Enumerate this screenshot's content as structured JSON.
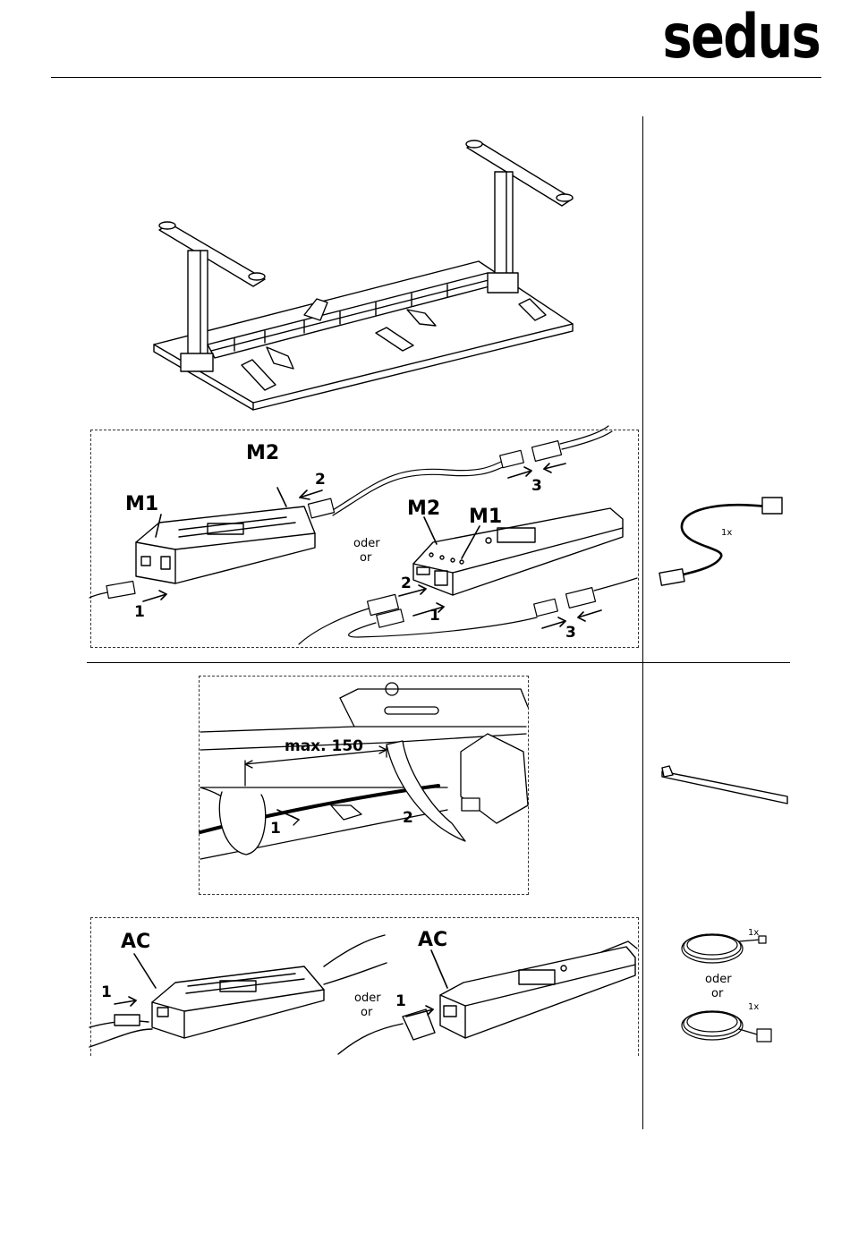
{
  "brand": {
    "logo": "sedus"
  },
  "step1": {
    "labels": {
      "m2_a": "M2",
      "m1_a": "M1",
      "m2_b": "M2",
      "m1_b": "M1"
    },
    "numbers": {
      "n2_a": "2",
      "n3_a": "3",
      "n1_a": "1",
      "n2_b": "2",
      "n1_b": "1",
      "n3_b": "3"
    },
    "alt": {
      "oder": "oder",
      "or": "or"
    }
  },
  "step1_parts": {
    "qty": "1x"
  },
  "step2": {
    "dimension": "max. 150",
    "numbers": {
      "n1": "1",
      "n2": "2"
    }
  },
  "step3": {
    "labels": {
      "ac_a": "AC",
      "ac_b": "AC"
    },
    "numbers": {
      "n1_a": "1",
      "n1_b": "1"
    },
    "alt": {
      "oder": "oder",
      "or": "or"
    }
  },
  "step3_parts": {
    "qty_a": "1x",
    "oder": "oder",
    "or": "or",
    "qty_b": "1x"
  }
}
